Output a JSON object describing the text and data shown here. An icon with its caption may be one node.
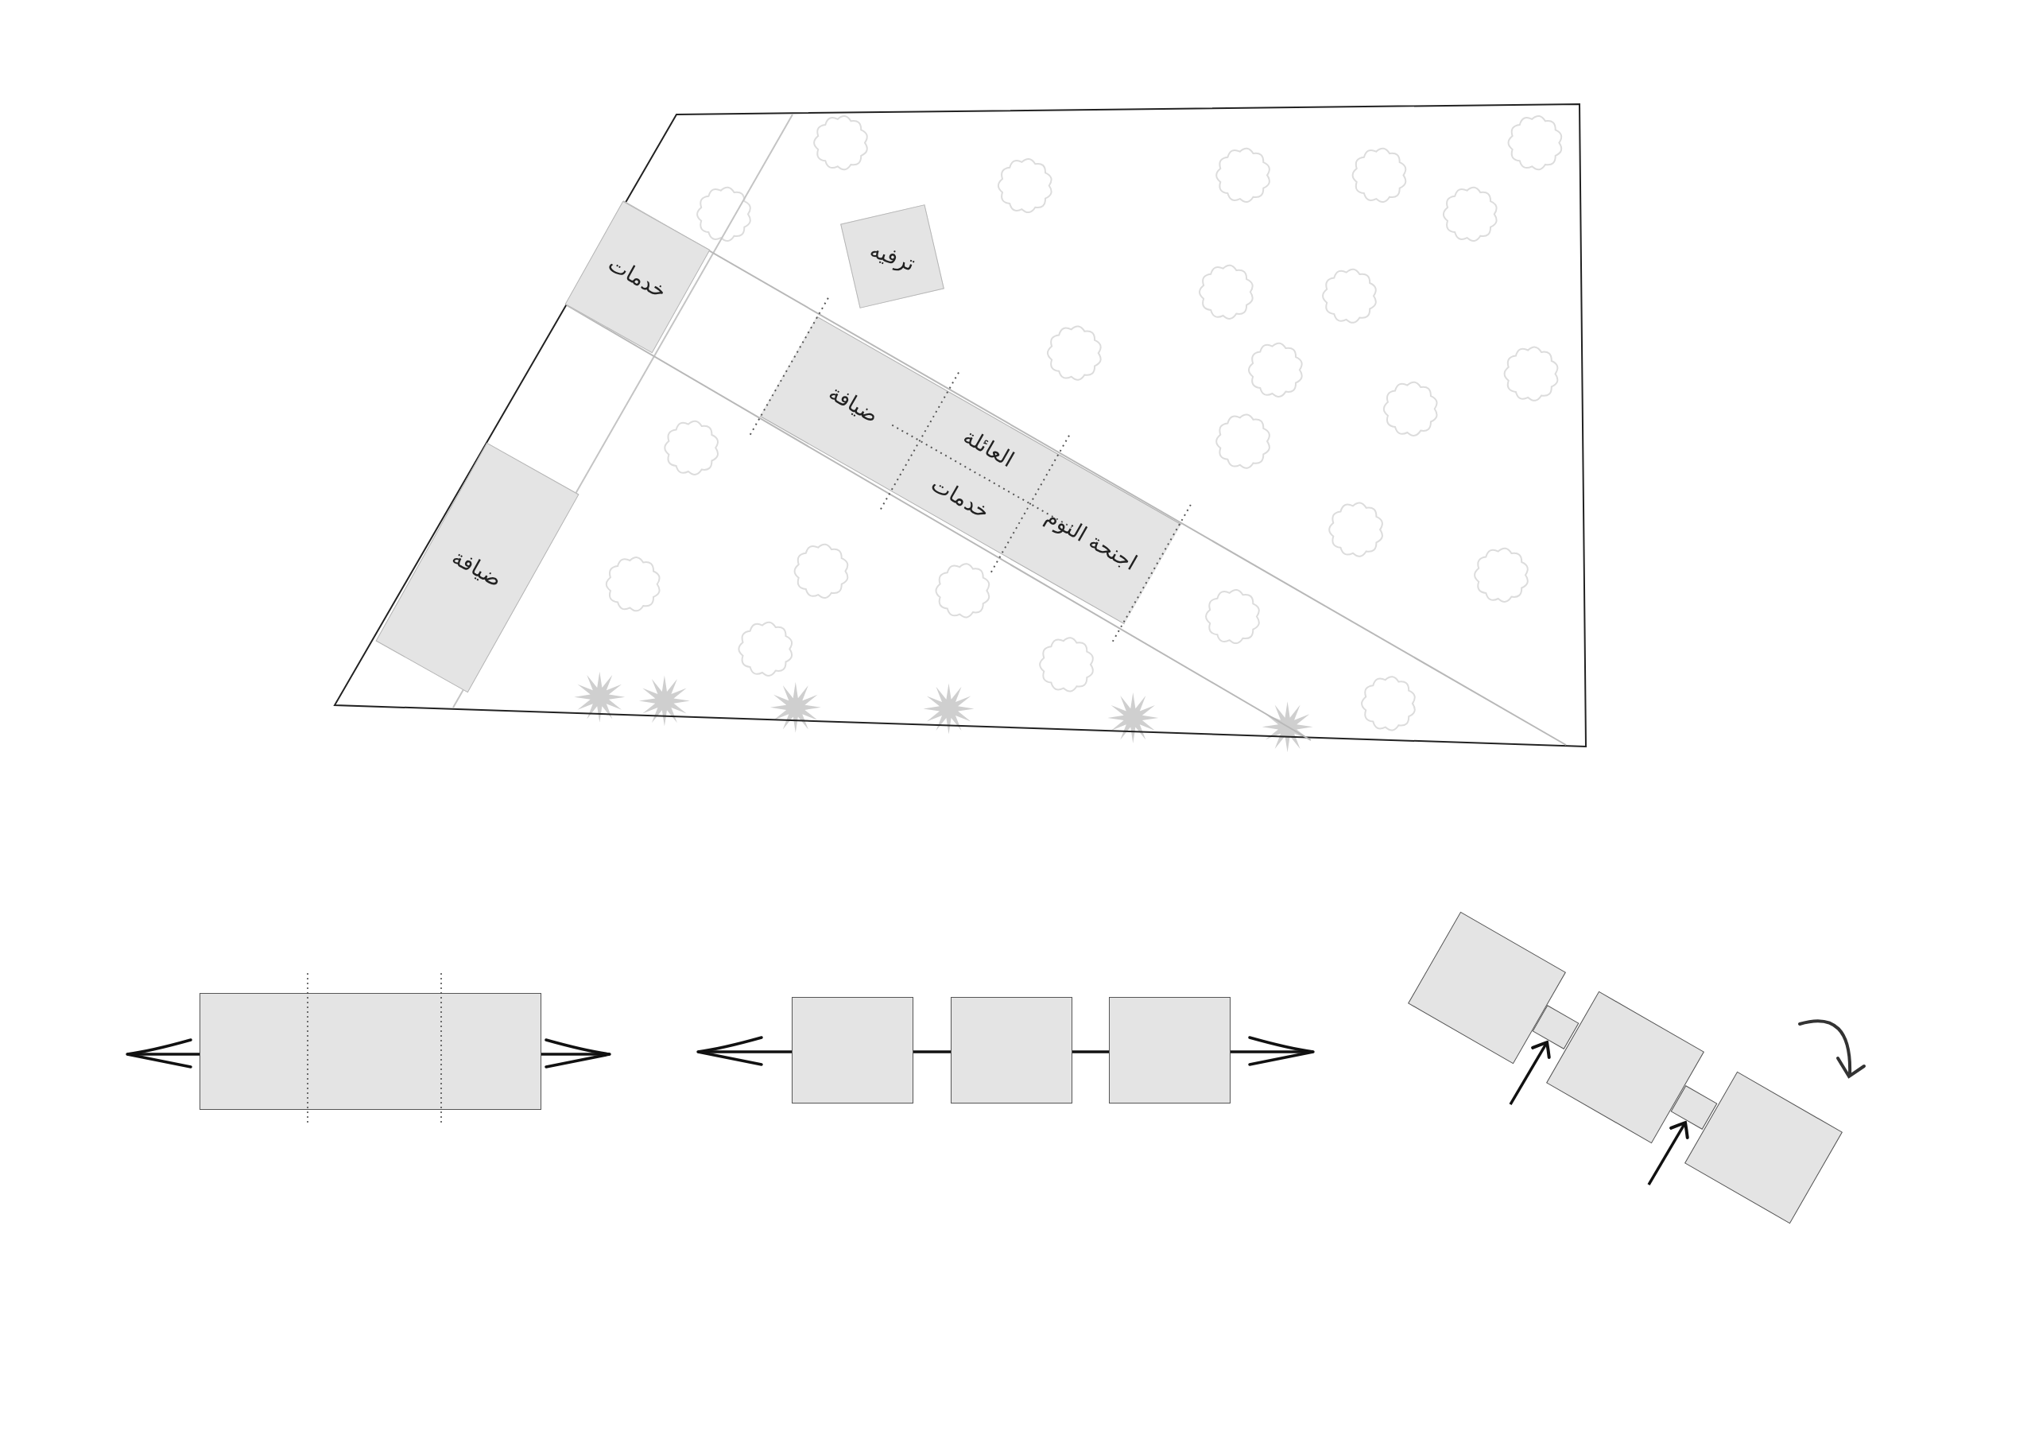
{
  "diagram": {
    "nodes": [
      {
        "text": [
          "خدمات"
        ]
      },
      {
        "text": [
          "ترفيه"
        ]
      },
      {
        "text": [],
        "shape": "box"
      },
      {
        "text": [
          "ضيافة"
        ],
        "in": 2
      },
      {
        "text": [
          "العائلة"
        ],
        "in": 2
      },
      {
        "text": [
          "خدمات"
        ],
        "in": 2
      },
      {
        "text": [
          "اجنحة النوم"
        ],
        "in": 2
      },
      {
        "text": [
          "ضيافة"
        ]
      },
      {
        "text": [],
        "shape": "box"
      },
      {
        "text": [],
        "shape": "box"
      },
      {
        "text": [],
        "shape": "box"
      },
      {
        "text": [],
        "shape": "box"
      },
      {
        "text": [],
        "shape": "box"
      },
      {
        "text": [],
        "shape": "box"
      },
      {
        "text": [],
        "shape": "box"
      },
      {
        "text": [],
        "shape": "box"
      },
      {
        "text": [],
        "shape": "box"
      }
    ],
    "edges": [
      {
        "from": null,
        "to": 13,
        "arrow": "to"
      },
      {
        "from": null,
        "to": 15,
        "arrow": "to"
      }
    ]
  }
}
